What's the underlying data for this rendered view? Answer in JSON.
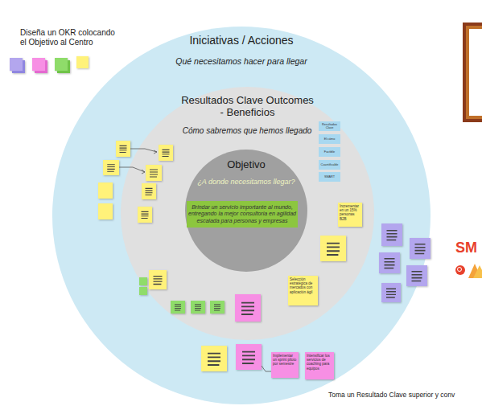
{
  "diagram": {
    "title": "Diseña un OKR colocando el Objetivo al Centro",
    "nodes": [
      {
        "text": [
          "Iniciativas / Acciones",
          "Qué necesitamos hacer para llegar"
        ]
      },
      {
        "text": [
          "Resultados Clave Outcomes - Beneficios",
          "Cómo sabremos que hemos llegado"
        ],
        "in": 0
      },
      {
        "text": [
          "Objetivo",
          "¿A donde necesitamos llegar?"
        ],
        "in": 1
      },
      {
        "text": [
          "Brindar un servicio importante al mundo, entregando la mejor consultoria en agilidad escalada para personas y empresas"
        ],
        "in": 2
      },
      {
        "text": [
          "Resultados Clave"
        ],
        "in": 1
      },
      {
        "text": [
          "El cómo"
        ],
        "in": 1
      },
      {
        "text": [
          "Factible"
        ],
        "in": 1
      },
      {
        "text": [
          "Cuantificable"
        ],
        "in": 1
      },
      {
        "text": [
          "SMART"
        ],
        "in": 1
      },
      {
        "text": [
          "Incrementar en un 15% personas B2B"
        ],
        "in": 1
      },
      {
        "text": [
          "Selección estratégica de mercados con aplicación ágil"
        ],
        "in": 1
      },
      {
        "text": [
          "Implementar un sprint piloto por semestre"
        ],
        "in": 0
      },
      {
        "text": [
          "Intensificar los servicios de coaching para equipos"
        ],
        "in": 0
      }
    ],
    "labels": [
      "Toma un Resultado Clave superior y conv",
      "SM"
    ]
  }
}
